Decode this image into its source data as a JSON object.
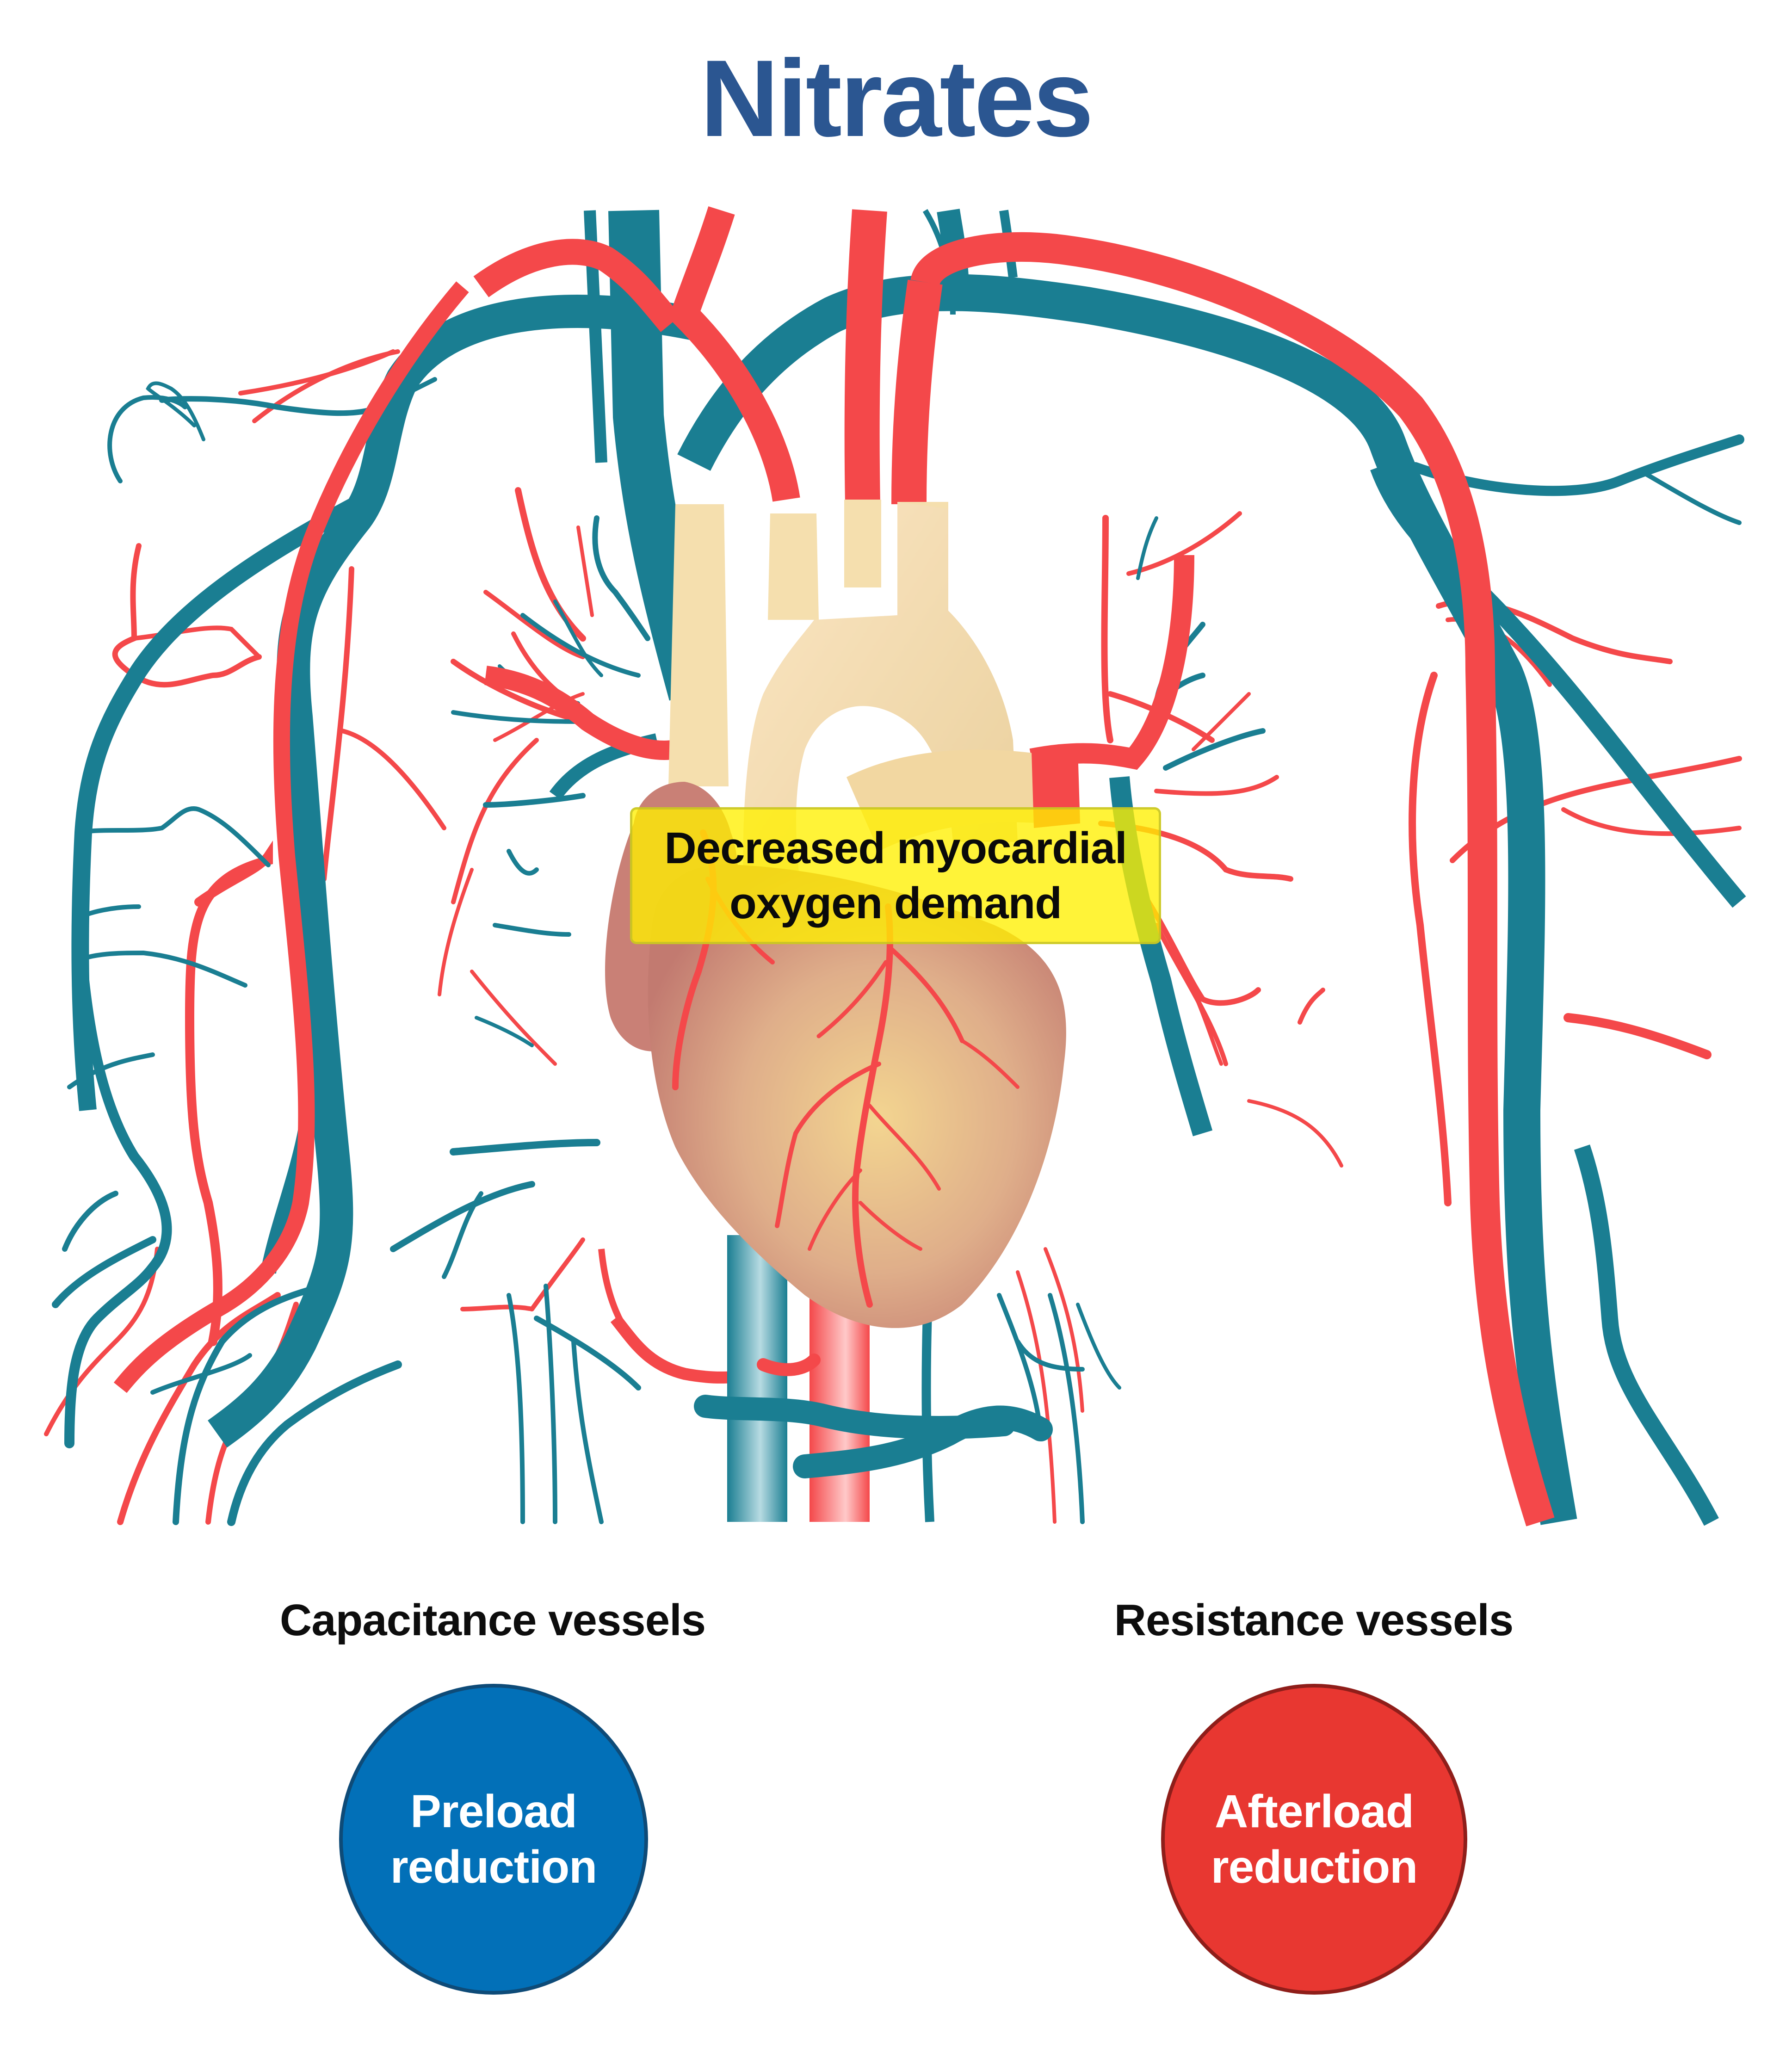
{
  "title": "Nitrates",
  "callout": {
    "line1": "Decreased myocardial",
    "line2": "oxygen demand"
  },
  "effects": [
    {
      "heading": "Capacitance vessels",
      "circle_line1": "Preload",
      "circle_line2": "reduction",
      "color": "#0270b8"
    },
    {
      "heading": "Resistance vessels",
      "circle_line1": "Afterload",
      "circle_line2": "reduction",
      "color": "#e83731"
    }
  ],
  "illustration": {
    "subject": "heart-and-great-vessels",
    "colors": {
      "vein": "#1a7e92",
      "artery": "#f4484a",
      "aorta": "#f5dfae",
      "heart": "#c98076",
      "heart_highlight": "#f2d592"
    }
  }
}
